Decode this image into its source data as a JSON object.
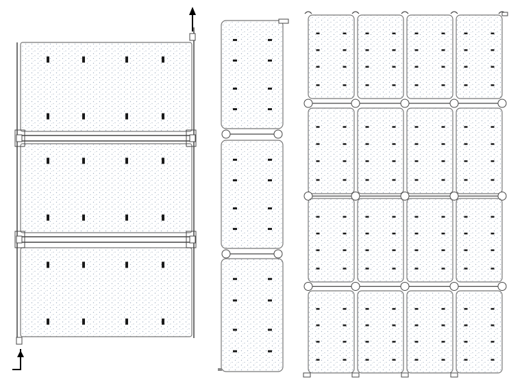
{
  "diagram": {
    "title": "",
    "description_labels": [],
    "assemblies": [
      {
        "id": "A",
        "name": "",
        "rows": 3,
        "cols": 1,
        "studs_per_panel": [
          2,
          4
        ],
        "flow": "bottom-to-top"
      },
      {
        "id": "B",
        "name": "",
        "rows": 3,
        "cols": 1,
        "studs_per_panel": [
          4,
          2
        ]
      },
      {
        "id": "C",
        "name": "",
        "rows": 4,
        "cols": 4,
        "studs_per_panel": [
          4,
          2
        ]
      }
    ],
    "colors": {
      "frame": "#777777",
      "fill_dots": "#a6b4c4",
      "stud": "#1a1a1a",
      "pipe": "#444444"
    },
    "icons": [
      "inlet-arrow-icon",
      "outlet-arrow-icon",
      "valve-icon",
      "coupling-icon"
    ]
  }
}
